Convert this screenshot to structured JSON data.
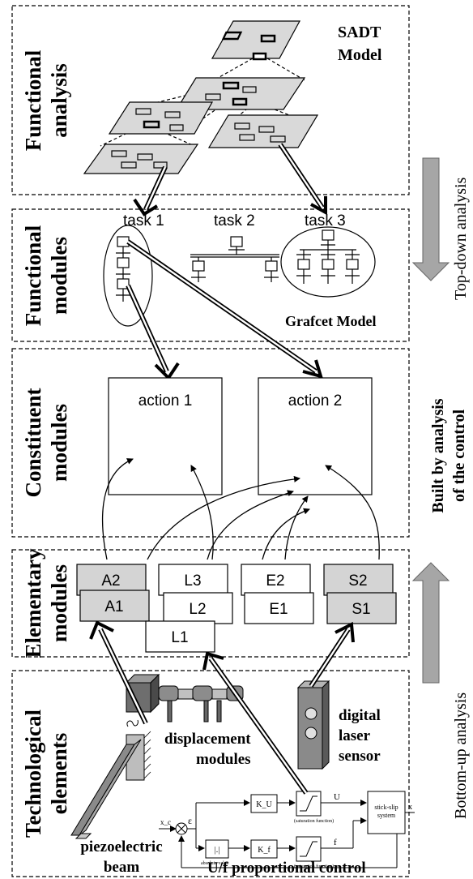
{
  "sections": {
    "functional_analysis": {
      "line1": "Functional",
      "line2": "analysis"
    },
    "functional_modules": {
      "line1": "Functional",
      "line2": "modules"
    },
    "constituent_modules": {
      "line1": "Constituent",
      "line2": "modules"
    },
    "elementary_modules": {
      "line1": "Elementary",
      "line2": "modules"
    },
    "technological_elements": {
      "line1": "Technological",
      "line2": "elements"
    }
  },
  "sadt": {
    "line1": "SADT",
    "line2": "Model"
  },
  "tasks": [
    "task 1",
    "task 2",
    "task 3"
  ],
  "grafcet_label": "Grafcet Model",
  "actions": [
    "action 1",
    "action 2"
  ],
  "elementary": {
    "a2": "A2",
    "a1": "A1",
    "l3": "L3",
    "l2": "L2",
    "l1": "L1",
    "e2": "E2",
    "e1": "E1",
    "s2": "S2",
    "s1": "S1"
  },
  "side_labels": {
    "top_down": "Top-down analysis",
    "built_line1": "Built by analysis",
    "built_line2": "of the control",
    "bottom_up": "Bottom-up analysis"
  },
  "tech": {
    "displacement_line1": "displacement",
    "displacement_line2": "modules",
    "sensor_line1": "digital",
    "sensor_line2": "laser",
    "sensor_line3": "sensor",
    "piezo_line1": "piezoelectric",
    "piezo_line2": "beam",
    "control_label": "U/f proportional control"
  },
  "block_diagram": {
    "xc": "x_c",
    "eps": "ε",
    "ku": "K_U",
    "kr": "K_f",
    "abs": "|.|",
    "abs_label": "absolute value",
    "sat1": "(saturation function)",
    "sat2": "(saturation function)",
    "u": "U",
    "f": "f",
    "x": "x",
    "system_line1": "stick-slip",
    "system_line2": "system"
  },
  "colors": {
    "panel_gray": "#d9d9d9",
    "module_gray": "#d4d4d4",
    "arrow_gray": "#a6a6a6"
  }
}
